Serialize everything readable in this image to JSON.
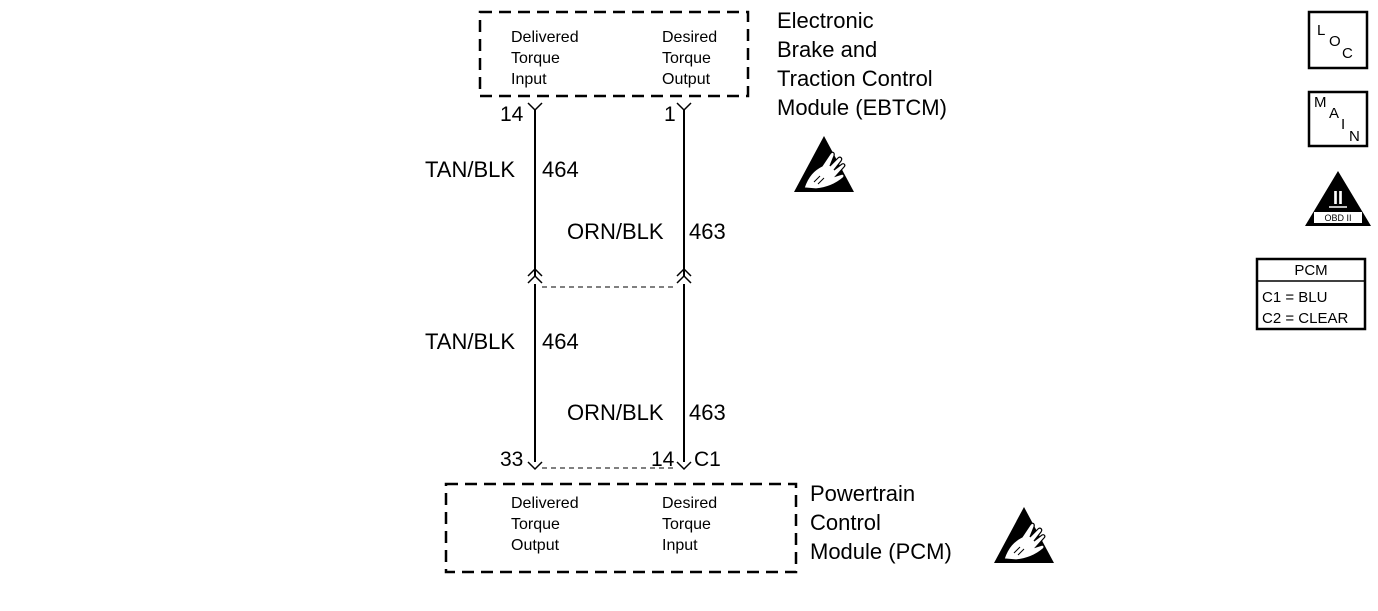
{
  "ebtcm": {
    "name_lines": [
      "Electronic",
      "Brake and",
      "Traction Control",
      "Module (EBTCM)"
    ],
    "left_function": [
      "Delivered",
      "Torque",
      "Input"
    ],
    "right_function": [
      "Desired",
      "Torque",
      "Output"
    ],
    "pin_left": "14",
    "pin_right": "1"
  },
  "pcm_module": {
    "name_lines": [
      "Powertrain",
      "Control",
      "Module (PCM)"
    ],
    "left_function": [
      "Delivered",
      "Torque",
      "Output"
    ],
    "right_function": [
      "Desired",
      "Torque",
      "Input"
    ],
    "pin_left": "33",
    "pin_right": "14",
    "connector": "C1"
  },
  "wires": {
    "upper_left": {
      "color": "TAN/BLK",
      "circuit": "464"
    },
    "upper_right": {
      "color": "ORN/BLK",
      "circuit": "463"
    },
    "lower_left": {
      "color": "TAN/BLK",
      "circuit": "464"
    },
    "lower_right": {
      "color": "ORN/BLK",
      "circuit": "463"
    }
  },
  "symbols": {
    "esd_icon": "esd-sensitive-hand-triangle",
    "loc": [
      "L",
      "O",
      "C"
    ],
    "main": [
      "M",
      "A",
      "I",
      "N"
    ],
    "obd": {
      "numeral": "II",
      "label": "OBD II"
    }
  },
  "pcm_legend": {
    "title": "PCM",
    "rows": [
      "C1 = BLU",
      "C2 = CLEAR"
    ]
  }
}
